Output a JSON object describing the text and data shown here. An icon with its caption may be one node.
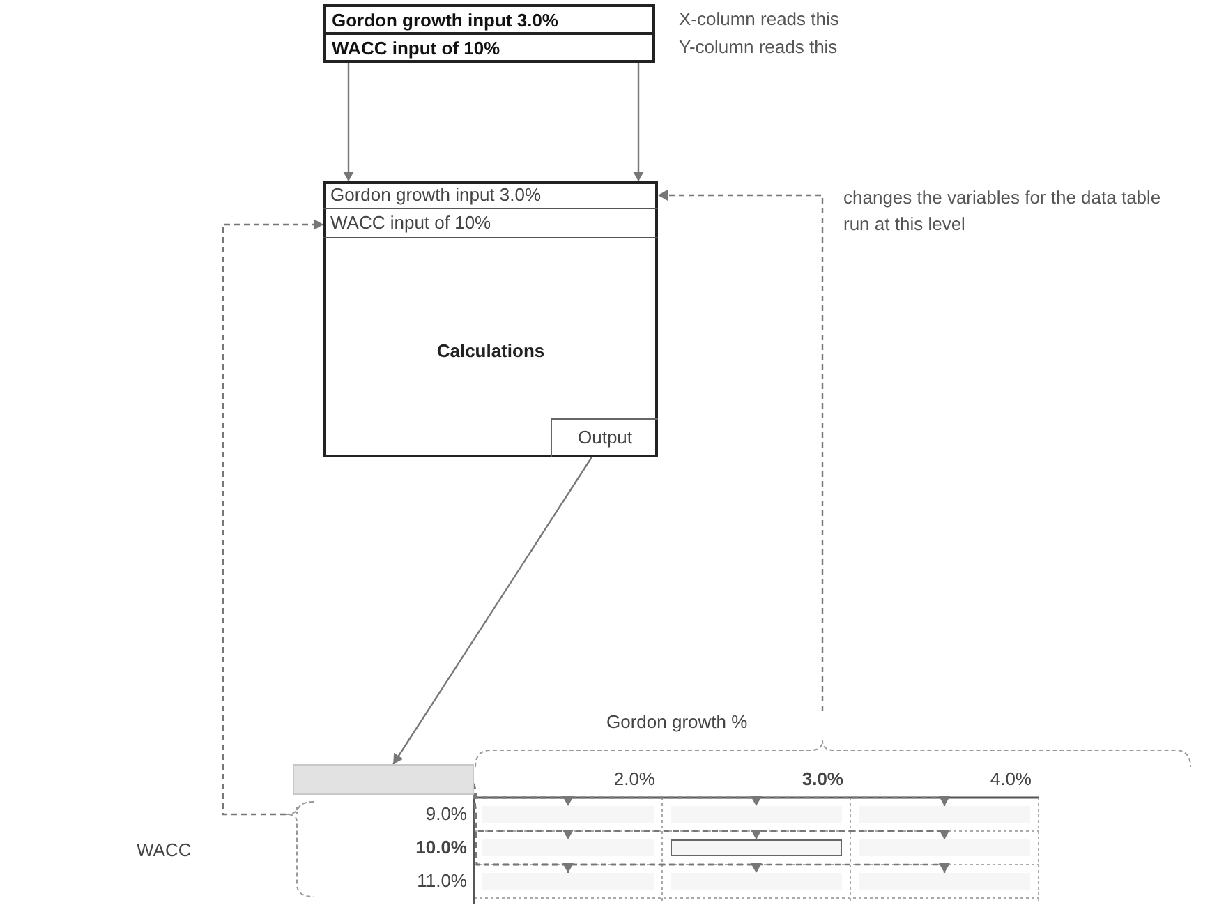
{
  "diagram": {
    "nodes": [
      {
        "text": [
          "Gordon growth input 3.0%"
        ],
        "beside": [
          "X-column reads this"
        ]
      },
      {
        "text": [
          "WACC input of 10%"
        ],
        "beside": [
          "Y-column reads this"
        ]
      },
      {
        "text": [
          "Calculations"
        ]
      },
      {
        "text": [
          "Gordon growth input 3.0%"
        ],
        "in": 2
      },
      {
        "text": [
          "WACC input of 10%"
        ],
        "in": 2
      },
      {
        "text": [
          "Output"
        ],
        "in": 2
      },
      {
        "text": [
          "Gordon growth %"
        ]
      },
      {
        "text": [],
        "shape": "bracket"
      },
      {
        "text": [],
        "shape": "box"
      },
      {
        "text": [],
        "shape": "box"
      },
      {
        "text": [],
        "shape": "box"
      },
      {
        "text": [],
        "shape": "box"
      },
      {
        "text": [],
        "shape": "box"
      },
      {
        "text": [],
        "shape": "box"
      },
      {
        "text": [],
        "shape": "box"
      },
      {
        "text": [],
        "shape": "box"
      },
      {
        "text": [],
        "shape": "box"
      },
      {
        "text": [],
        "shape": "box"
      }
    ],
    "edges": [
      {
        "from": 1,
        "to": 3,
        "arrow": "to"
      },
      {
        "from": 1,
        "to": 3,
        "arrow": "to"
      },
      {
        "from": 6,
        "to": 3,
        "arrow": "to",
        "style": "dashed"
      },
      {
        "from": 7,
        "to": 4,
        "arrow": "to",
        "style": "dashed"
      },
      {
        "from": 5,
        "to": 8,
        "arrow": "to"
      },
      {
        "from": 8,
        "to": 9,
        "arrow": "to",
        "style": "dashed"
      },
      {
        "from": 8,
        "to": 10,
        "arrow": "to",
        "style": "dashed"
      },
      {
        "from": 8,
        "to": 11,
        "arrow": "to",
        "style": "dashed"
      },
      {
        "from": 8,
        "to": 12,
        "arrow": "to",
        "style": "dashed"
      },
      {
        "from": 8,
        "to": 13,
        "arrow": "to",
        "style": "dashed"
      },
      {
        "from": 8,
        "to": 14,
        "arrow": "to",
        "style": "dashed"
      },
      {
        "from": 8,
        "to": 15,
        "arrow": "to",
        "style": "dashed"
      },
      {
        "from": 8,
        "to": 16,
        "arrow": "to",
        "style": "dashed"
      },
      {
        "from": 8,
        "to": 17,
        "arrow": "to",
        "style": "dashed"
      }
    ],
    "labels": [
      "changes the variables for the data table run at this level",
      "2.0%",
      "3.0%",
      "4.0%",
      "9.0%",
      "10.0%",
      "11.0%",
      "WACC"
    ]
  }
}
